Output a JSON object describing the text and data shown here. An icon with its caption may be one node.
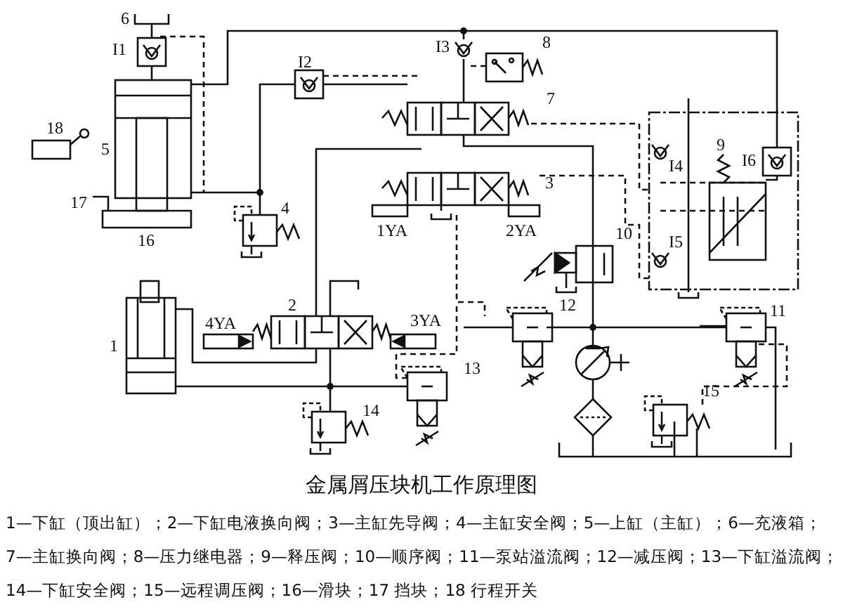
{
  "diagram": {
    "caption": "金属屑压块机工作原理图",
    "labels": [
      "6",
      "I1",
      "I3",
      "8",
      "I2",
      "7",
      "18",
      "5",
      "9",
      "I4",
      "I6",
      "3",
      "17",
      "4",
      "1YA",
      "2YA",
      "16",
      "10",
      "I5",
      "2",
      "12",
      "4YA",
      "3YA",
      "1",
      "11",
      "13",
      "14",
      "15",
      "1—下缸（顶出缸）；",
      "2—下缸电液换向阀；",
      "3—主缸先导阀；",
      "4—主缸安全阀；",
      "5—上缸（主缸）；",
      "6—充液箱；",
      "7—主缸换向阀；",
      "8—压力继电器；",
      "9—释压阀；",
      "10—顺序阀；",
      "11—泵站溢流阀；",
      "12—减压阀；",
      "13—下缸溢流阀；",
      "14—下缸安全阀；",
      "15—远程调压阀；",
      "16—滑块；",
      "17 挡块；",
      "18 行程开关"
    ]
  }
}
